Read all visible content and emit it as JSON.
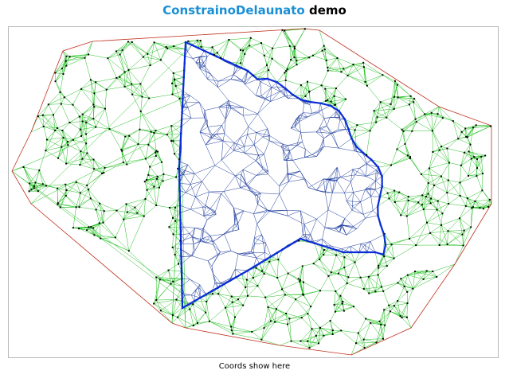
{
  "header": {
    "title_library": "ConstrainoDelaunato",
    "title_suffix": " demo"
  },
  "canvas": {
    "colors": {
      "outer_mesh": "#22c022",
      "hull_edge": "#c0311d",
      "inner_mesh": "#1c3b9c",
      "constraint": "#0a2cd6",
      "vertex": "#000000"
    },
    "constraint_shape": "sector"
  },
  "status": {
    "coords_text": "Coords show here"
  }
}
